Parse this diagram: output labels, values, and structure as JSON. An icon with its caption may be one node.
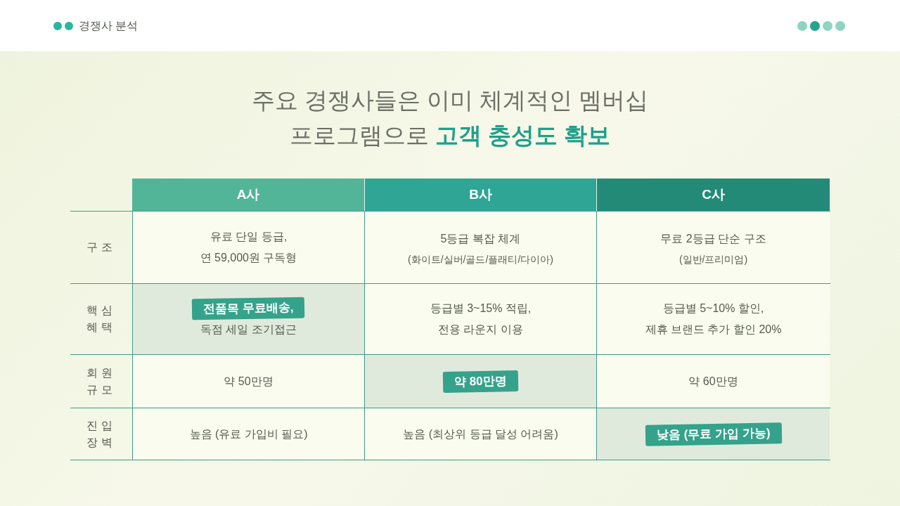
{
  "diagram": {
    "title": "주요 경쟁사들은 이미 체계적인 멤버십 프로그램으로 **고객 충성도 확보**",
    "labels": [
      "경쟁사 분석",
      "A사",
      "B사",
      "C사",
      "구조",
      "유료 단일 등급, 연 59,000원 구독형",
      "5등급 복잡 체계",
      "(화이트/실버/골드/플래티/다이아)",
      "무료 2등급 단순 구조",
      "(일반/프리미엄)",
      "핵심 혜택",
      "전품목 무료배송,",
      "독점 세일 조기접근",
      "등급별 3~15% 적립, 전용 라운지 이용",
      "등급별 5~10% 할인, 제휴 브랜드 추가 할인 20%",
      "회원 규모",
      "약 50만명",
      "약 80만명",
      "약 60만명",
      "진입 장벽",
      "높음 (유료 가입비 필요)",
      "높음 (최상위 등급 달성 어려움)",
      "낮음 (무료 가입 가능)"
    ]
  }
}
